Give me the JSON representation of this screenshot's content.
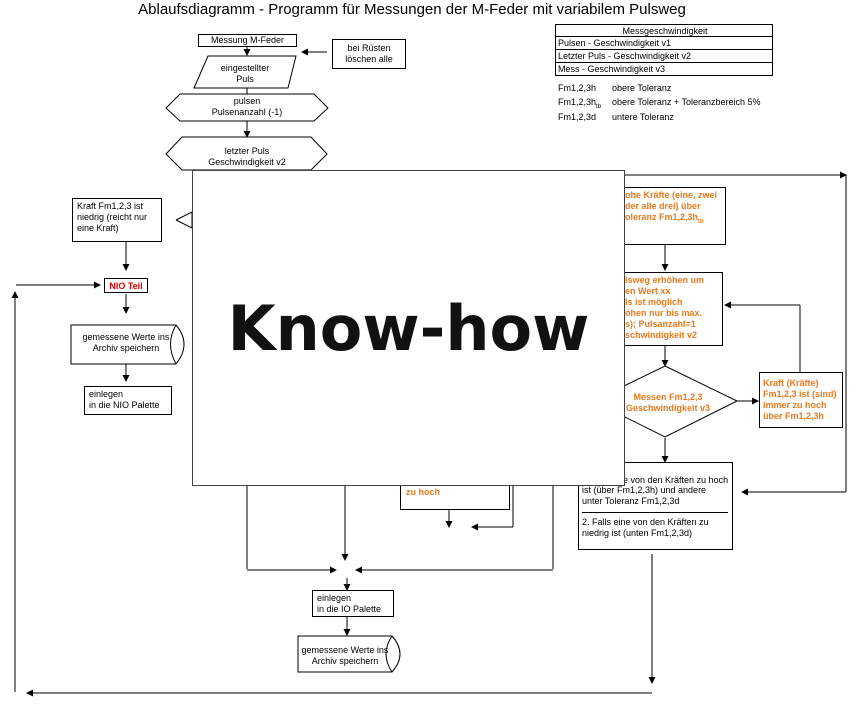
{
  "title": "Ablaufsdiagramm - Programm für Messungen der M-Feder mit variabilem Pulsweg",
  "legend": {
    "header": "Messgeschwindigkeit",
    "rows": [
      "Pulsen - Geschwindigkeit v1",
      "Letzter Puls - Geschwindigkeit v2",
      "Mess - Geschwindigkeit v3"
    ],
    "tolerances": [
      {
        "symbol": "Fm1,2,3h",
        "text": "obere Toleranz"
      },
      {
        "symbol": "Fm1,2,3h",
        "sub": "tb",
        "text": "obere Toleranz + Toleranzbereich 5%"
      },
      {
        "symbol": "Fm1,2,3d",
        "text": "untere Toleranz"
      }
    ]
  },
  "nodes": {
    "messung": "Messung M-Feder",
    "ruesten_1": "bei Rüsten",
    "ruesten_2": "löschen alle",
    "puls_1": "eingestellter",
    "puls_2": "Puls",
    "pulsen_1": "pulsen",
    "pulsen_2": "Pulsenanzahl (-1)",
    "letzter_1": "letzter Puls",
    "letzter_2": "Geschwindigkeit v2",
    "niedrig": "Kraft Fm1,2,3 ist niedrig  (reicht nur eine Kraft)",
    "nio_teil": "NIO Teil",
    "archiv_left": "gemessene Werte ins Archiv speichern",
    "nio_palette_1": "einlegen",
    "nio_palette_2": "in die NIO Palette",
    "hohe_kraefte_1": "ohe Kräfte (eine, zwei",
    "hohe_kraefte_2": "der alle drei) über",
    "hohe_kraefte_3": "oleranz  Fm1,2,3h",
    "hohe_kraefte_sub": "tb",
    "pulsweg_1": "lsweg erhöhen um",
    "pulsweg_2": "en Wert xx",
    "pulsweg_3": "ls ist möglich",
    "pulsweg_4": "öhen nur bis max.",
    "pulsweg_5": "s); Pulsanzahl=1",
    "pulsweg_6": "schwindigkeit v2",
    "messen_1": "Messen Fm1,2,3",
    "messen_2": "Geschwindigkeit v3",
    "kraft_hoch_1": "Kraft (Kräfte)",
    "kraft_hoch_2": "Fm1,2,3 ist (sind)",
    "kraft_hoch_3": "immer zu hoch",
    "kraft_hoch_4": " über  Fm1,2,3h",
    "zu_hoch": "zu hoch",
    "faelle_1": "e von den Kräften zu hoch",
    "faelle_2": "ist (über Fm1,2,3h) und andere",
    "faelle_3": "unter Toleranz Fm1,2,3d",
    "faelle_4": "2. Falls eine von den Kräften zu",
    "faelle_5": "niedrig ist (unten Fm1,2,3d)",
    "io_palette_1": "einlegen",
    "io_palette_2": "in die IO Palette",
    "archiv_bottom": "gemessene Werte ins Archiv speichern"
  },
  "overlay_text": "Know-how",
  "colors": {
    "accent_orange": "#e97a1d",
    "nio_red": "#e00000",
    "line": "#000000"
  }
}
